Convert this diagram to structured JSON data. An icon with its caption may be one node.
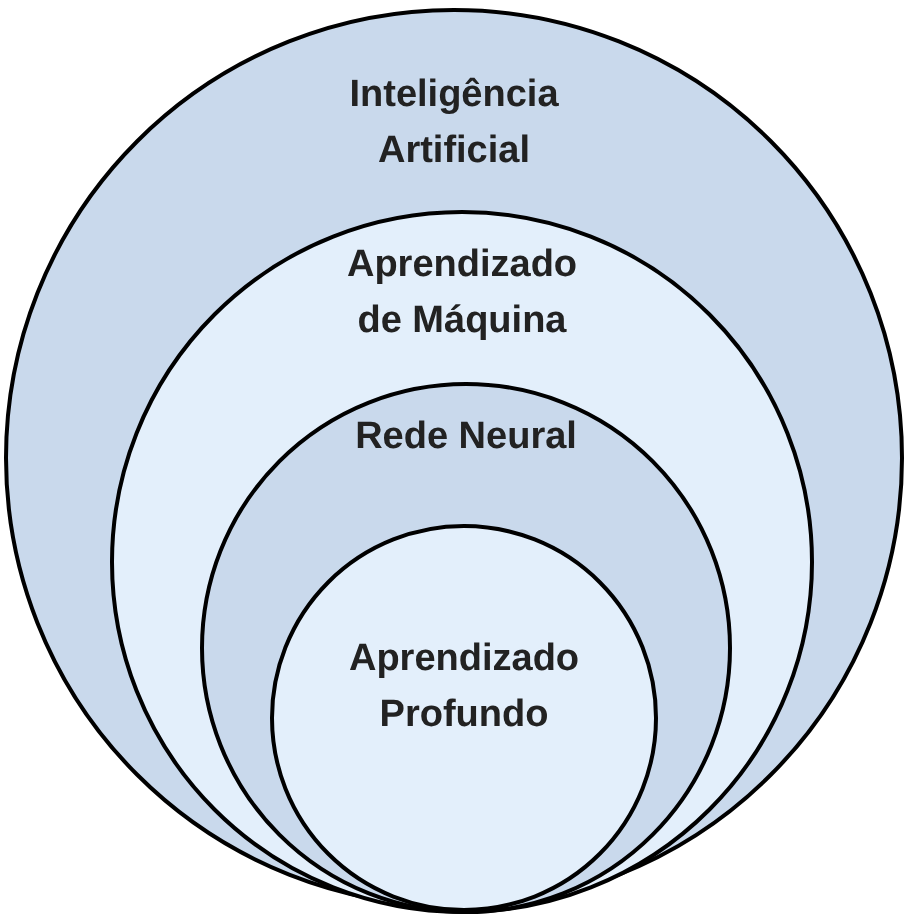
{
  "diagram": {
    "nodes": [
      {
        "text": [
          "Inteligência Artificial"
        ]
      },
      {
        "text": [
          "Aprendizado de Máquina"
        ],
        "in": 0
      },
      {
        "text": [
          "Rede Neural"
        ],
        "in": 1
      },
      {
        "text": [
          "Aprendizado Profundo"
        ],
        "in": 2
      }
    ],
    "edges": []
  }
}
